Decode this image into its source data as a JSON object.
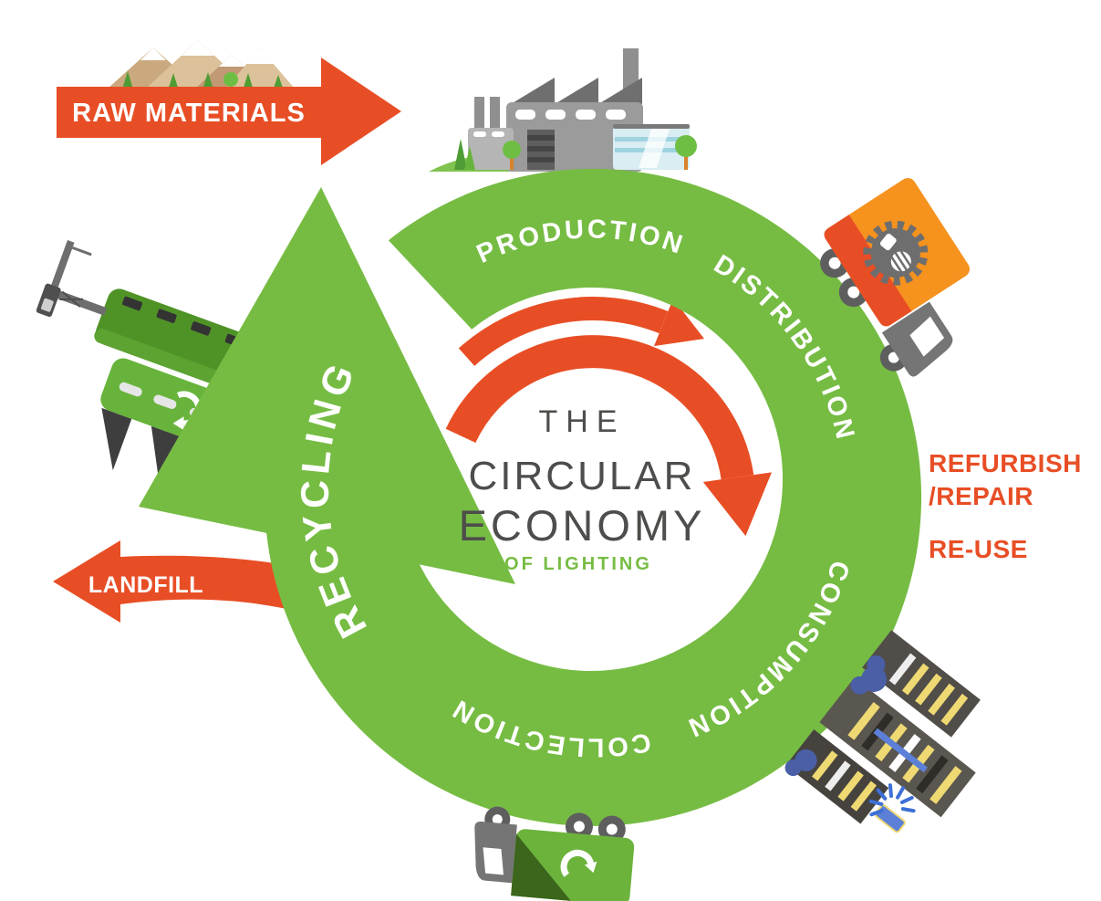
{
  "title": {
    "line1": "THE",
    "line2": "CIRCULAR",
    "line3": "ECONOMY",
    "subtitle": "OF LIGHTING"
  },
  "cycle": {
    "stages": [
      {
        "id": "production",
        "label": "PRODUCTION"
      },
      {
        "id": "distribution",
        "label": "DISTRIBUTION"
      },
      {
        "id": "consumption",
        "label": "CONSUMPTION"
      },
      {
        "id": "collection",
        "label": "COLLECTION"
      },
      {
        "id": "recycling",
        "label": "RECYCLING"
      }
    ]
  },
  "external_flows": {
    "input": "RAW MATERIALS",
    "output": "LANDFILL"
  },
  "inner_loops": {
    "refurbish_line1": "REFURBISH",
    "refurbish_line2": "/REPAIR",
    "reuse": "RE-USE"
  },
  "colors": {
    "cycle_green": "#76BC43",
    "flow_orange": "#E84E25",
    "truck_orange": "#F6921E",
    "title_gray": "#4D4D4B",
    "subtitle_green": "#76BC43",
    "city_blue": "#4A5FA5",
    "starburst_blue": "#3D6FD6"
  },
  "icons": {
    "recycle_icon": "circular-arrow",
    "light_bulb_badge": "bulb-in-gear",
    "starburst": "radiating-light"
  }
}
